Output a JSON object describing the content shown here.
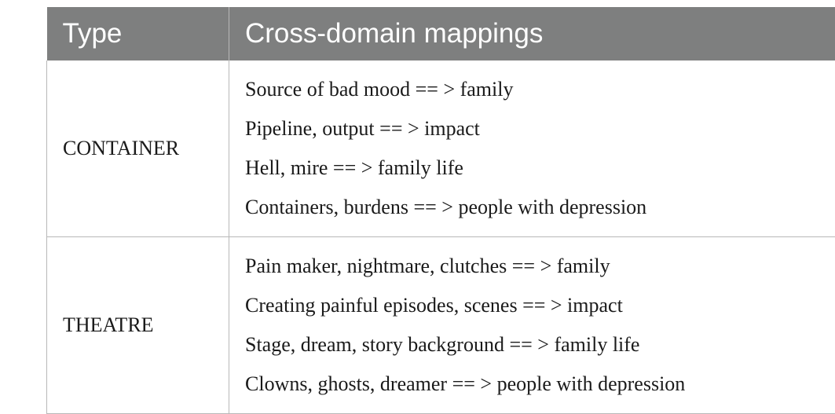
{
  "table": {
    "headers": [
      "Type",
      "Cross-domain mappings"
    ],
    "rows": [
      {
        "type": "CONTAINER",
        "mappings": [
          "Source of bad mood == > family",
          "Pipeline, output == > impact",
          "Hell, mire == > family life",
          "Containers, burdens == > people with depression"
        ]
      },
      {
        "type": "THEATRE",
        "mappings": [
          "Pain maker, nightmare, clutches == > family",
          "Creating painful episodes, scenes == > impact",
          "Stage, dream, story background == > family life",
          "Clowns, ghosts, dreamer == > people with depression"
        ]
      }
    ]
  }
}
